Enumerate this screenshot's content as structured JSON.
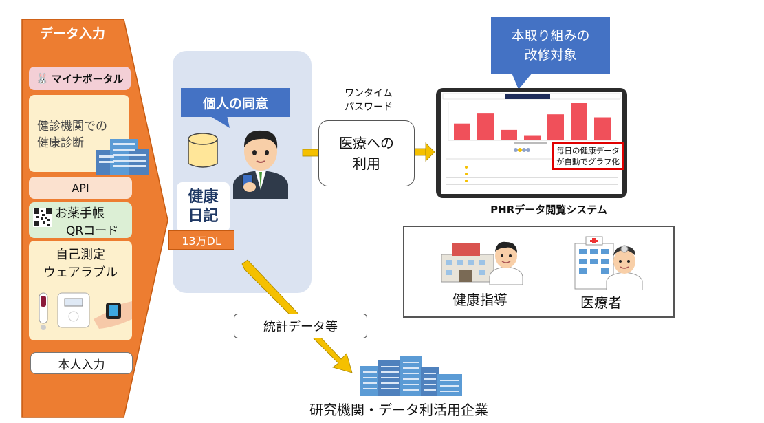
{
  "data_input": {
    "title": "データ入力",
    "mynaportal": "マイナポータル",
    "kenshin": "健診機関での\n健康診断",
    "api": "API",
    "okusuri": "お薬手帳",
    "qr": "QRコード",
    "jiko_line1": "自己測定",
    "jiko_line2": "ウェアラブル",
    "honnin": "本人入力"
  },
  "app": {
    "consent": "個人の同意",
    "logo_line1": "健康",
    "logo_line2": "日記",
    "downloads": "13万DL"
  },
  "flow": {
    "otp": "ワンタイム\nパスワード",
    "iryo_line1": "医療への",
    "iryo_line2": "利用",
    "stats": "統計データ等"
  },
  "phr": {
    "callout_line1": "本取り組みの",
    "callout_line2": "改修対象",
    "annotation_line1": "毎日の健康データ",
    "annotation_line2": "が自動でグラフ化",
    "system_name": "PHRデータ閲覧システム",
    "chart_bars": [
      0.45,
      0.72,
      0.28,
      0.12,
      0.7,
      1.0,
      0.62
    ]
  },
  "professionals": {
    "guidance": "健康指導",
    "medical": "医療者"
  },
  "research": {
    "label": "研究機関・データ利活用企業"
  },
  "colors": {
    "orange": "#ed7d31",
    "blue": "#4472c4",
    "arrow_yellow": "#f5c000",
    "bar_red": "#f0505a"
  }
}
